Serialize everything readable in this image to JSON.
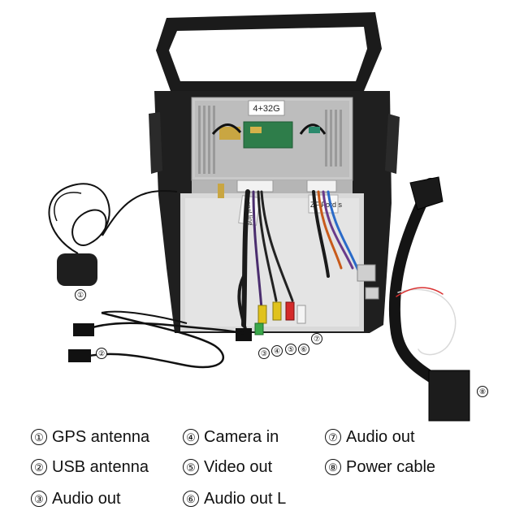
{
  "photo": {
    "module_label": "4+32G",
    "left_harness_label": "onal line",
    "right_harness_label": "ZF Ford s"
  },
  "callouts": [
    "①",
    "②",
    "③",
    "④",
    "⑤",
    "⑥",
    "⑦",
    "⑧"
  ],
  "legend": [
    {
      "num": "①",
      "text": "GPS antenna"
    },
    {
      "num": "②",
      "text": "USB antenna"
    },
    {
      "num": "③",
      "text": "Audio out"
    },
    {
      "num": "④",
      "text": "Camera in"
    },
    {
      "num": "⑤",
      "text": "Video out"
    },
    {
      "num": "⑥",
      "text": "Audio out L"
    },
    {
      "num": "⑦",
      "text": "Audio out"
    },
    {
      "num": "⑧",
      "text": "Power cable"
    }
  ]
}
